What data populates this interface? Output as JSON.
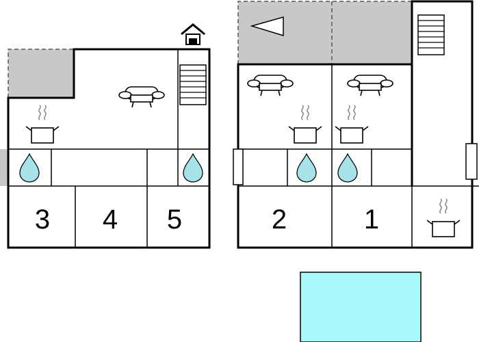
{
  "rooms": [
    {
      "number": "3"
    },
    {
      "number": "4"
    },
    {
      "number": "5"
    },
    {
      "number": "2"
    },
    {
      "number": "1"
    }
  ],
  "icons": {
    "sofa": "sofa-icon",
    "stove": "stove-pot-icon",
    "shower": "water-drop-icon",
    "stairs": "stairs-icon",
    "house": "house-icon",
    "balcony_arrow": "triangle-arrow-icon",
    "pool": "swimming-pool"
  },
  "colors": {
    "wall": "#000000",
    "terrace": "#c8c8c8",
    "water": "#a6e3e9",
    "pool": "#a8fafa",
    "background": "#ffffff"
  }
}
